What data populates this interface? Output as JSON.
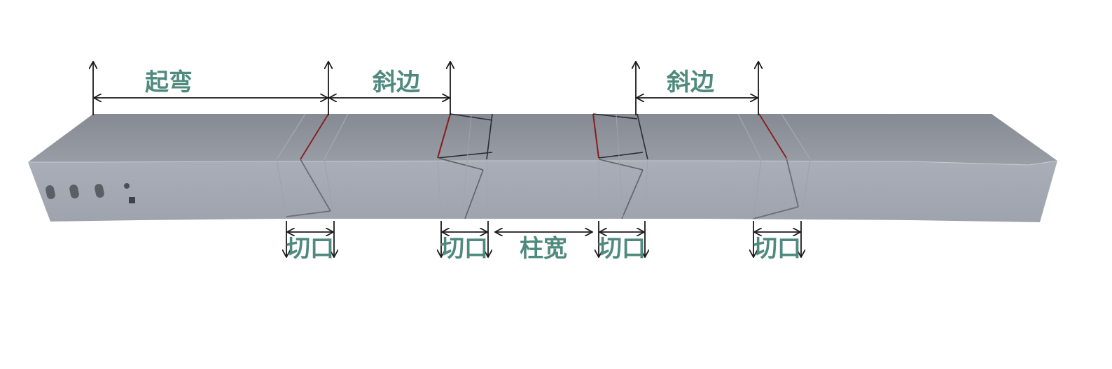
{
  "labels": {
    "qi_wan": "起弯",
    "xie_bian_1": "斜边",
    "xie_bian_2": "斜边",
    "qie_kou_1": "切口",
    "qie_kou_2": "切口",
    "qie_kou_3": "切口",
    "qie_kou_4": "切口",
    "zhu_kuan": "柱宽"
  },
  "colors": {
    "label": "#4f8a7e",
    "dimension_line": "#1a1a1a",
    "bend_line_red": "#8b1a1a",
    "tray_top": "#8e939c",
    "tray_front": "#a3a8b2"
  }
}
